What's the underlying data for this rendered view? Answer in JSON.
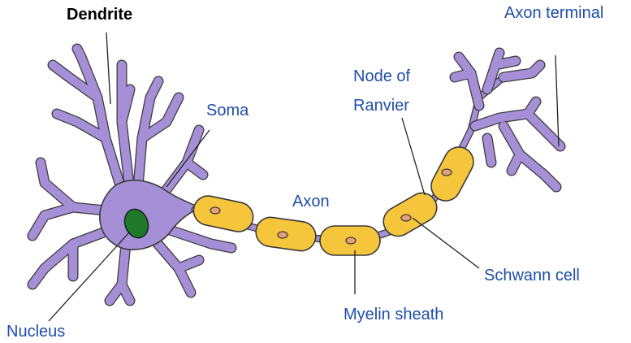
{
  "diagram": {
    "labels": {
      "dendrite": "Dendrite",
      "axon_terminal": "Axon terminal",
      "soma": "Soma",
      "node_of_ranvier_line1": "Node of",
      "node_of_ranvier_line2": "Ranvier",
      "axon": "Axon",
      "schwann_cell": "Schwann cell",
      "myelin_sheath": "Myelin sheath",
      "nucleus": "Nucleus"
    },
    "colors": {
      "neuron": "#a58fd6",
      "myelin": "#f5c53c",
      "nucleus": "#1e7a2a",
      "label_blue": "#1f4ea8",
      "label_black": "#000000"
    }
  }
}
